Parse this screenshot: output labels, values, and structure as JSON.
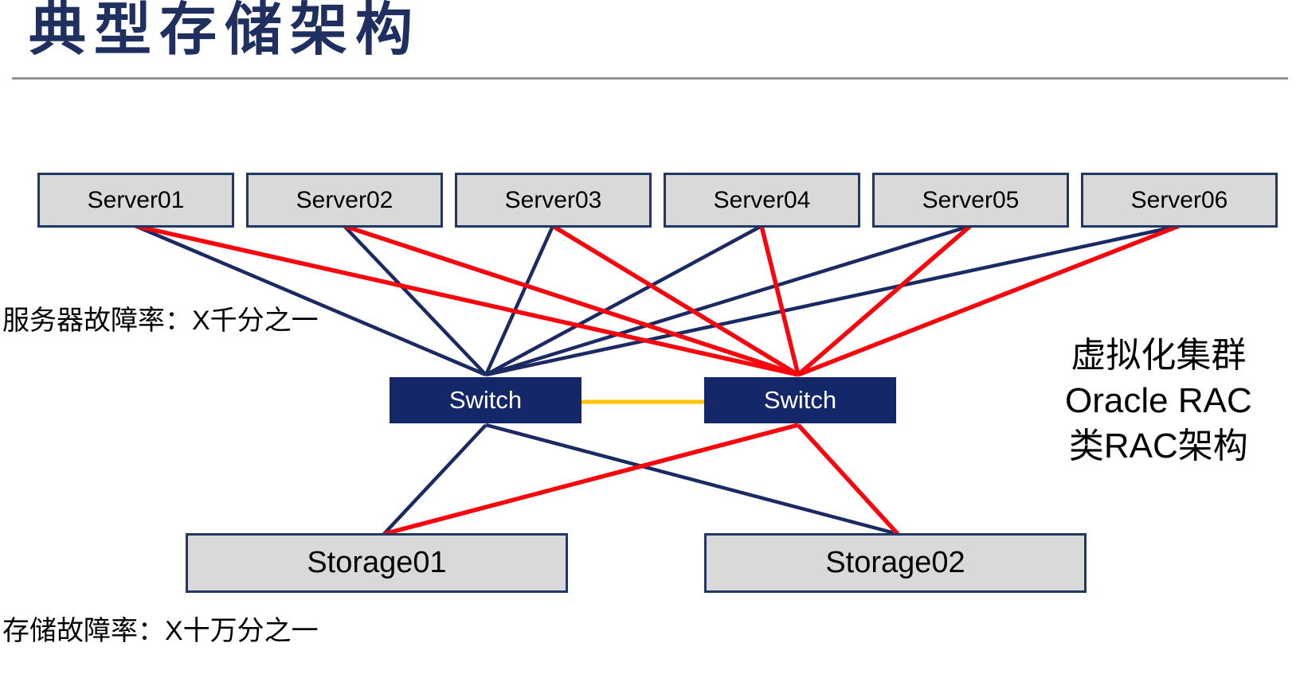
{
  "title": "典型存储架构",
  "colors": {
    "navy_line": "#1B2A63",
    "red_line": "#F7060D",
    "orange_line": "#FFC000",
    "node_fill": "#D9D9D9",
    "node_border": "#1F3864",
    "switch_fill": "#142769",
    "switch_text": "#FFFFFF",
    "title_text": "#1F3060",
    "divider": "#919191",
    "label_text": "#000000"
  },
  "servers": [
    {
      "label": "Server01"
    },
    {
      "label": "Server02"
    },
    {
      "label": "Server03"
    },
    {
      "label": "Server04"
    },
    {
      "label": "Server05"
    },
    {
      "label": "Server06"
    }
  ],
  "switches": [
    {
      "label": "Switch"
    },
    {
      "label": "Switch"
    }
  ],
  "storages": [
    {
      "label": "Storage01"
    },
    {
      "label": "Storage02"
    }
  ],
  "annotations": {
    "server_failure_rate": "服务器故障率：X千分之一",
    "storage_failure_rate": "存储故障率：X十万分之一",
    "right_note_lines": [
      "虚拟化集群",
      "Oracle RAC",
      "类RAC架构"
    ]
  },
  "links": [
    {
      "from": "server-1",
      "to": "switch-1",
      "color": "navy_line"
    },
    {
      "from": "server-2",
      "to": "switch-1",
      "color": "navy_line"
    },
    {
      "from": "server-3",
      "to": "switch-1",
      "color": "navy_line"
    },
    {
      "from": "server-4",
      "to": "switch-1",
      "color": "navy_line"
    },
    {
      "from": "server-5",
      "to": "switch-1",
      "color": "navy_line"
    },
    {
      "from": "server-6",
      "to": "switch-1",
      "color": "navy_line"
    },
    {
      "from": "switch-1",
      "to": "storage-1",
      "color": "navy_line"
    },
    {
      "from": "switch-1",
      "to": "storage-2",
      "color": "navy_line"
    },
    {
      "from": "switch-1",
      "to": "switch-2",
      "color": "orange_line"
    },
    {
      "from": "server-1",
      "to": "switch-2",
      "color": "red_line"
    },
    {
      "from": "server-2",
      "to": "switch-2",
      "color": "red_line"
    },
    {
      "from": "server-3",
      "to": "switch-2",
      "color": "red_line"
    },
    {
      "from": "server-4",
      "to": "switch-2",
      "color": "red_line"
    },
    {
      "from": "server-5",
      "to": "switch-2",
      "color": "red_line"
    },
    {
      "from": "server-6",
      "to": "switch-2",
      "color": "red_line"
    },
    {
      "from": "switch-2",
      "to": "storage-1",
      "color": "red_line"
    },
    {
      "from": "switch-2",
      "to": "storage-2",
      "color": "red_line"
    }
  ]
}
